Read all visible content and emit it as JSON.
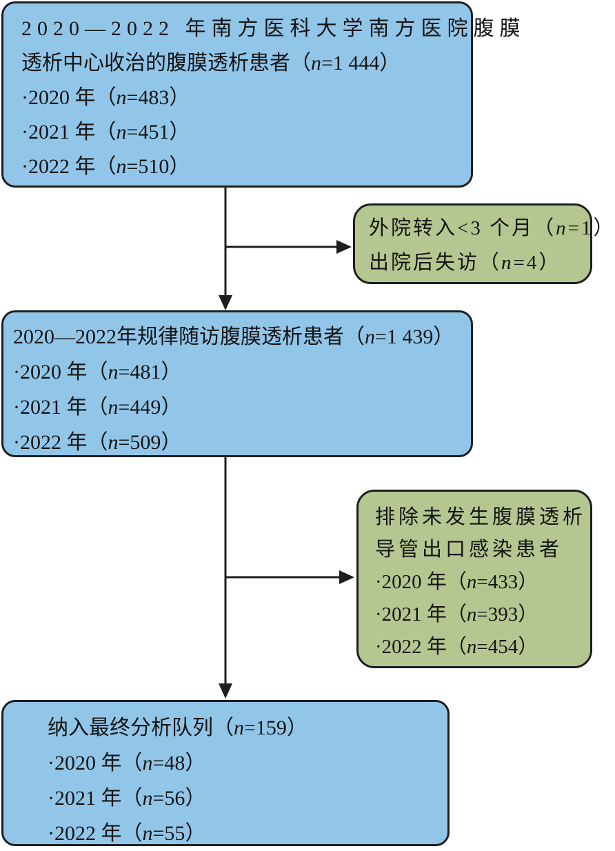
{
  "colors": {
    "background": "#ffffff",
    "process_box_fill": "#92c6e9",
    "exclusion_box_fill": "#b5c791",
    "box_border": "#1e1e1e",
    "arrow": "#1e1e1e",
    "text": "#141414"
  },
  "main_flow": [
    {
      "name": "initial-cohort",
      "lines": [
        "2020—2022 年南方医科大学南方医院腹膜",
        "透析中心收治的腹膜透析患者（n=1 444）",
        "·2020 年（n=483）",
        "·2021 年（n=451）",
        "·2022 年（n=510）"
      ]
    },
    {
      "name": "regular-followup",
      "lines": [
        "2020—2022年规律随访腹膜透析患者（n=1 439）",
        "·2020 年（n=481）",
        "·2021 年（n=449）",
        "·2022 年（n=509）"
      ]
    },
    {
      "name": "final-analysis",
      "lines": [
        "纳入最终分析队列（n=159）",
        "·2020 年（n=48）",
        "·2021 年（n=56）",
        "·2022 年（n=55）"
      ]
    }
  ],
  "exclusions": [
    {
      "name": "excluded-before-followup",
      "lines": [
        "外院转入<3 个月（n=1）",
        "出院后失访（n=4）"
      ]
    },
    {
      "name": "excluded-no-exit-site-infection",
      "lines": [
        "排除未发生腹膜透析",
        "导管出口感染患者",
        "·2020 年（n=433）",
        "·2021 年（n=393）",
        "·2022 年（n=454）"
      ]
    }
  ]
}
